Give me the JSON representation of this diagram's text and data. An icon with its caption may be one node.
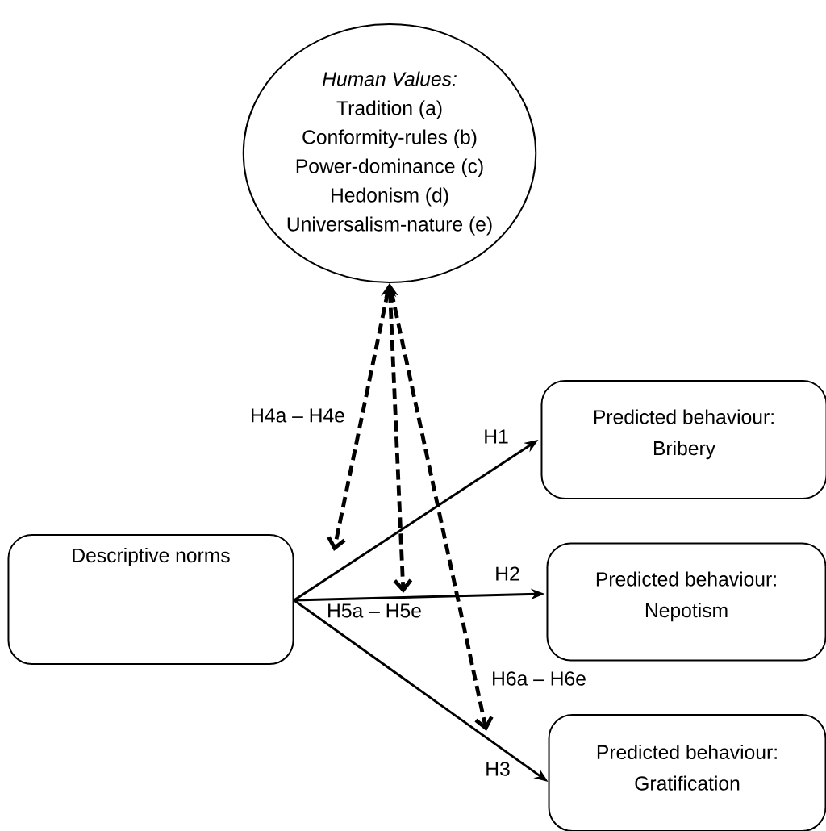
{
  "diagram": {
    "nodes": [
      {
        "text": [
          "Human Values:",
          "Tradition (a)",
          "Conformity-rules (b)",
          "Power-dominance (c)",
          "Hedonism (d)",
          "Universalism-nature (e)"
        ]
      },
      {
        "text": [
          "Descriptive norms"
        ]
      },
      {
        "text": [
          "Predicted behaviour:",
          "Bribery"
        ]
      },
      {
        "text": [
          "Predicted behaviour:",
          "Nepotism"
        ]
      },
      {
        "text": [
          "Predicted behaviour:",
          "Gratification"
        ]
      }
    ],
    "edges": [
      {
        "from": 1,
        "to": 2,
        "arrow": "to",
        "label": "H1"
      },
      {
        "from": 1,
        "to": 3,
        "arrow": "to",
        "label": "H2"
      },
      {
        "from": 1,
        "to": 4,
        "arrow": "to",
        "label": "H3"
      },
      {
        "from": 0,
        "to": null,
        "arrow": "both",
        "style": "dashed",
        "label": "H4a – H4e"
      },
      {
        "from": 0,
        "to": null,
        "arrow": "both",
        "style": "dashed",
        "label": "H5a – H5e"
      },
      {
        "from": 0,
        "to": null,
        "arrow": "both",
        "style": "dashed",
        "label": "H6a – H6e"
      }
    ]
  }
}
